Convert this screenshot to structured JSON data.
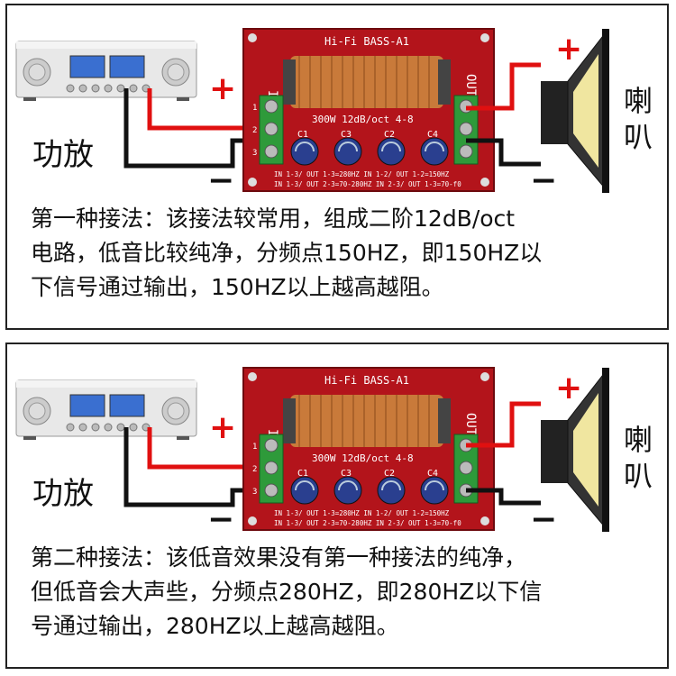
{
  "board": {
    "title": "Hi-Fi BASS-A1",
    "spec": "300W 12dB/oct 4-8",
    "in_label": "IN",
    "out_label": "OUT",
    "caps": [
      "C1",
      "C3",
      "C2",
      "C4"
    ],
    "terminal_numbers": [
      "1",
      "2",
      "3"
    ],
    "table_line1": "IN 1-3/ OUT 1-3=280HZ    IN 1-2/ OUT 1-2=150HZ",
    "table_line2": "IN 1-3/ OUT 2-3=70-280HZ  IN 2-3/ OUT 1-3=70-f0"
  },
  "labels": {
    "amplifier": "功放",
    "speaker_line1": "喇",
    "speaker_line2": "叭",
    "plus": "+",
    "minus": "−"
  },
  "panels": [
    {
      "desc_line1": "第一种接法：该接法较常用，组成二阶12dB/oct",
      "desc_line2": "电路，低音比较纯净，分频点150HZ，即150HZ以",
      "desc_line3": "下信号通过输出，150HZ以上越高越阻。"
    },
    {
      "desc_line1": "第二种接法：该低音效果没有第一种接法的纯净，",
      "desc_line2": "但低音会大声些，分频点280HZ，即280HZ以下信",
      "desc_line3": "号通过输出，280HZ以上越高越阻。"
    }
  ],
  "colors": {
    "board": "#b3141b",
    "wire_positive": "#e01010",
    "wire_negative": "#111111",
    "terminal": "#2e9a3a",
    "coil": "#c97a3a",
    "capacitor": "#2a3f8f"
  }
}
